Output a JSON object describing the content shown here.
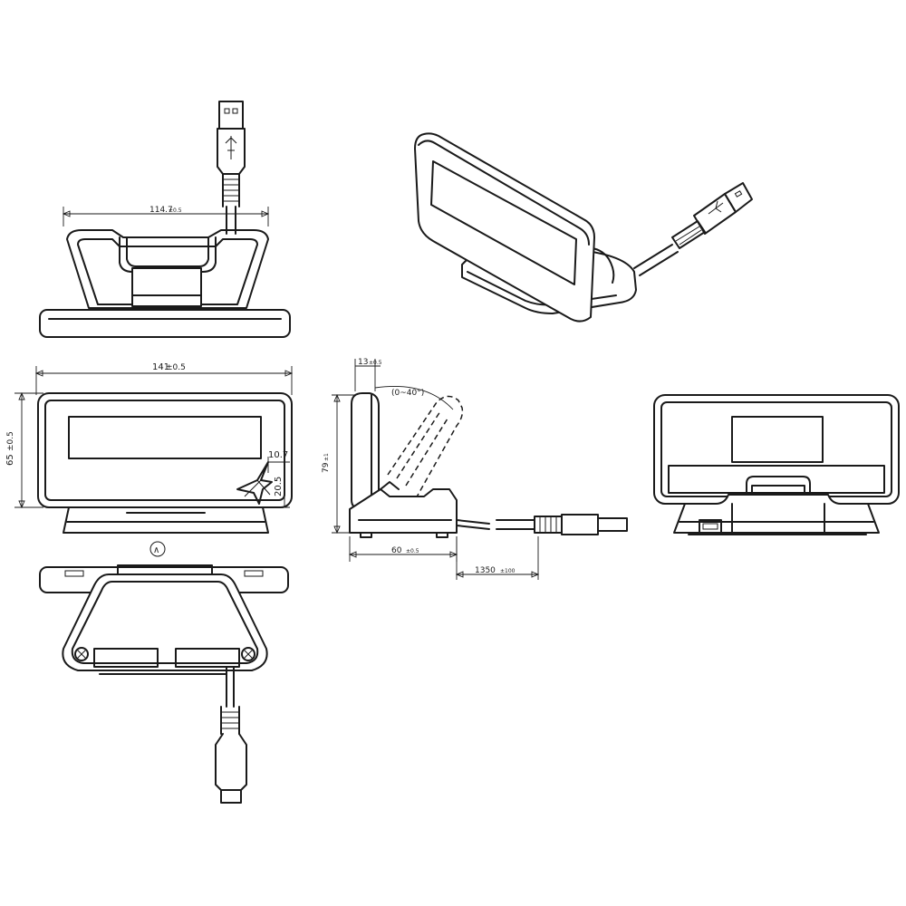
{
  "dimensions": {
    "top_width": {
      "value": "114.7",
      "tol": "±0.5"
    },
    "front_width": {
      "value": "141",
      "tol": "±0.5"
    },
    "front_height": {
      "value": "65",
      "tol": "±0.5"
    },
    "star_offset_x": {
      "value": "10.7"
    },
    "star_offset_y": {
      "value": "20.5"
    },
    "side_depth": {
      "value": "13",
      "tol": "±0.5"
    },
    "tilt_angle": {
      "value": "(0~40°)"
    },
    "side_height": {
      "value": "79",
      "tol": "±1"
    },
    "base_depth": {
      "value": "60",
      "tol": "±0.5"
    },
    "cable_length": {
      "value": "1350",
      "tol": "±100"
    }
  },
  "marks": {
    "direction_symbol": "∧"
  }
}
